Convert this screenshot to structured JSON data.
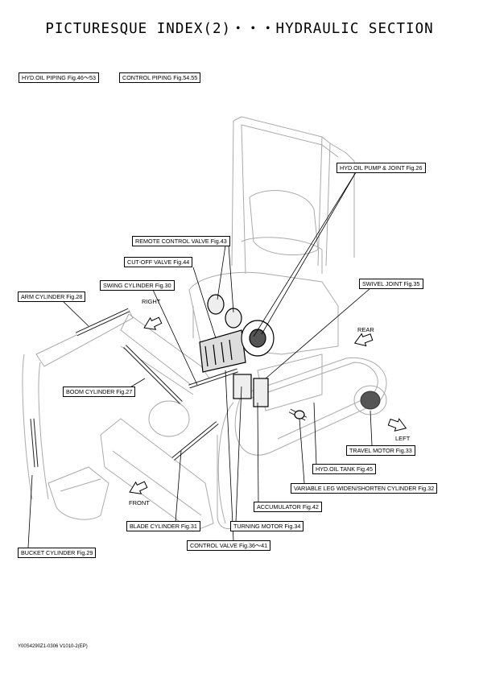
{
  "title": "PICTURESQUE INDEX(2)・・・HYDRAULIC SECTION",
  "labels": {
    "hyd_oil_piping": "HYD.OIL PIPING Fig.46～53",
    "control_piping": "CONTROL PIPING Fig.54.55",
    "hyd_oil_pump": "HYD.OIL PUMP & JOINT Fig.26",
    "remote_control_valve": "REMOTE CONTROL VALVE Fig.43",
    "cut_off_valve": "CUT-OFF VALVE Fig.44",
    "swing_cylinder": "SWING CYLINDER Fig.30",
    "swivel_joint": "SWIVEL JOINT Fig.35",
    "arm_cylinder": "ARM CYLINDER Fig.28",
    "boom_cylinder": "BOOM CYLINDER Fig.27",
    "travel_motor": "TRAVEL MOTOR Fig.33",
    "hyd_oil_tank": "HYD.OIL TANK Fig.45",
    "variable_leg": "VARIABLE LEG WIDEN/SHORTEN CYLINDER Fig.32",
    "accumulator": "ACCUMULATOR Fig.42",
    "blade_cylinder": "BLADE CYLINDER Fig.31",
    "turning_motor": "TURNING MOTOR Fig.34",
    "control_valve": "CONTROL VALVE Fig.36～41",
    "bucket_cylinder": "BUCKET CYLINDER Fig.29"
  },
  "directions": {
    "right": "RIGHT",
    "rear": "REAR",
    "left": "LEFT",
    "front": "FRONT"
  },
  "footer": "Y00S4290Z1-0306 V1010-2(EP)"
}
